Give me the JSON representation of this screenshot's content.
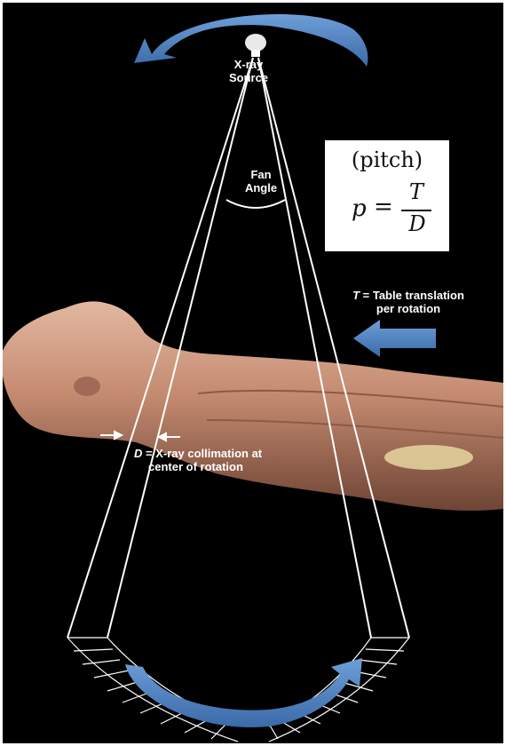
{
  "labels": {
    "source_line1": "X-ray",
    "source_line2": "Source",
    "fan_line1": "Fan",
    "fan_line2": "Angle",
    "table_var": "T",
    "table_line1": " = Table translation",
    "table_line2": "per rotation",
    "coll_var": "D",
    "coll_line1": " =  X-ray collimation at",
    "coll_line2": "center of rotation"
  },
  "formula": {
    "title": "(pitch)",
    "lhs": "p",
    "equals": "=",
    "numerator": "T",
    "denominator": "D"
  },
  "colors": {
    "background": "#000000",
    "arrow_blue": "#4a7fc0",
    "skin": "#c89078",
    "lines": "#ffffff"
  }
}
